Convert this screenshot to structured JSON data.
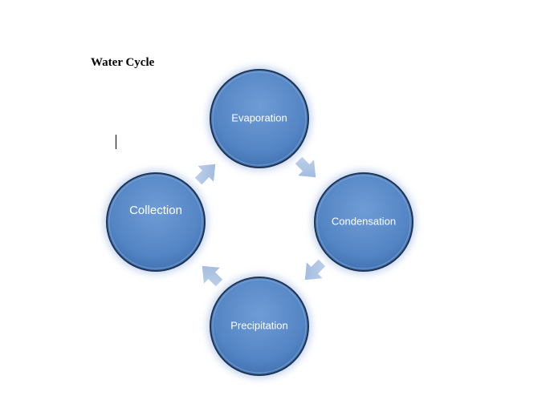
{
  "document": {
    "title": "Water Cycle"
  },
  "diagram": {
    "type": "basic-cycle",
    "nodes": [
      {
        "id": "evaporation",
        "label": "Evaporation"
      },
      {
        "id": "condensation",
        "label": "Condensation"
      },
      {
        "id": "precipitation",
        "label": "Precipitation"
      },
      {
        "id": "collection",
        "label": "Collection"
      }
    ],
    "edges": [
      {
        "from": "evaporation",
        "to": "condensation"
      },
      {
        "from": "condensation",
        "to": "precipitation"
      },
      {
        "from": "precipitation",
        "to": "collection"
      },
      {
        "from": "collection",
        "to": "evaporation"
      }
    ],
    "colors": {
      "node_fill": "#5b8bc9",
      "node_glow": "#b9cdea",
      "arrow": "#a9c0e0",
      "label": "#ffffff"
    }
  }
}
